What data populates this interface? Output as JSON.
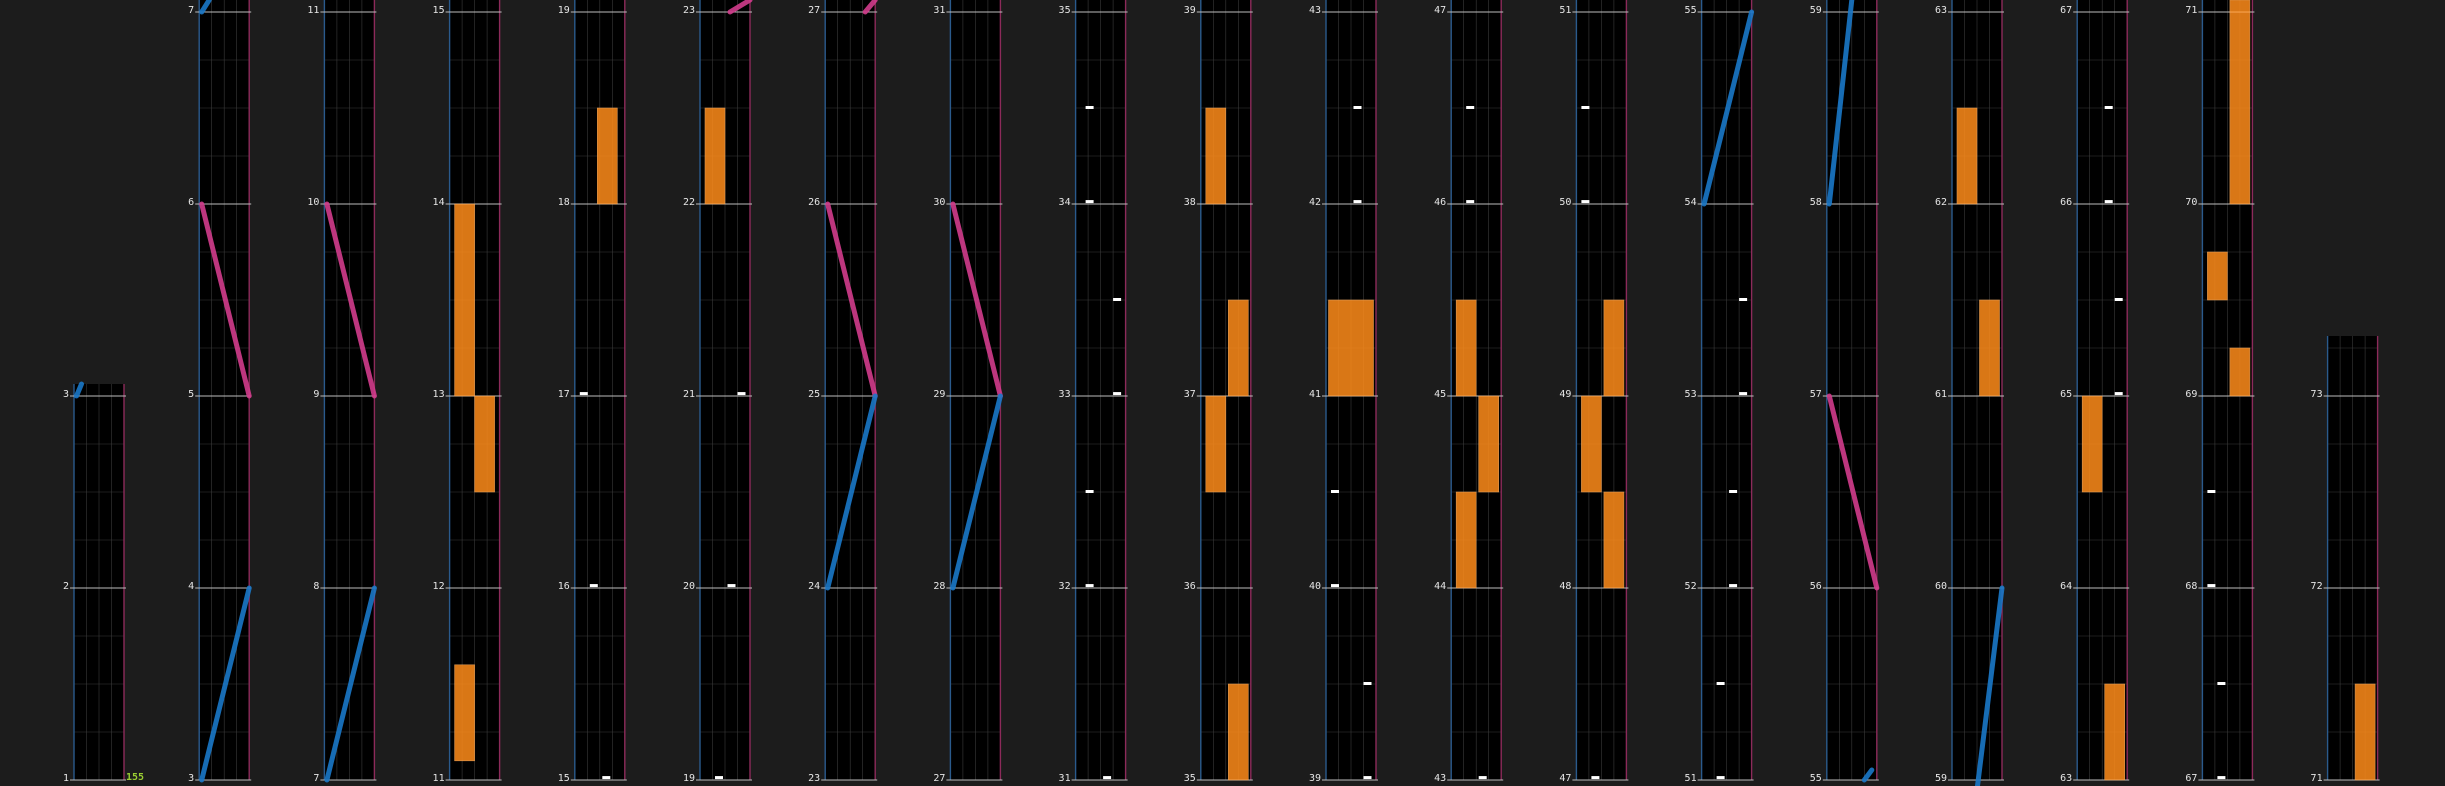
{
  "colors": {
    "background": "#1c1c1c",
    "lane_bg": "#000000",
    "grid_line": "#3a3a3a",
    "lane_border_left": "#2a5a8c",
    "lane_border_right": "#8c2a5a",
    "measure_line": "#bdbdbd",
    "label_text": "#e6e6e6",
    "combo_text": "#9acd32",
    "tap_note": "#ffffff",
    "hold_note": "#ff8c1a",
    "slide_blue": "#1a78c8",
    "slide_pink": "#d23c8c"
  },
  "combo_counter": "155",
  "columns": [
    {
      "id": 1,
      "labels": [
        "1",
        "2",
        "3"
      ]
    },
    {
      "id": 2,
      "labels": [
        "3",
        "4",
        "5",
        "6",
        "7"
      ]
    },
    {
      "id": 3,
      "labels": [
        "7",
        "8",
        "9",
        "10",
        "11"
      ]
    },
    {
      "id": 4,
      "labels": [
        "11",
        "12",
        "13",
        "14",
        "15"
      ]
    },
    {
      "id": 5,
      "labels": [
        "15",
        "16",
        "17",
        "18",
        "19"
      ]
    },
    {
      "id": 6,
      "labels": [
        "19",
        "20",
        "21",
        "22",
        "23"
      ]
    },
    {
      "id": 7,
      "labels": [
        "23",
        "24",
        "25",
        "26",
        "27"
      ]
    },
    {
      "id": 8,
      "labels": [
        "27",
        "28",
        "29",
        "30",
        "31"
      ]
    },
    {
      "id": 9,
      "labels": [
        "31",
        "32",
        "33",
        "34",
        "35"
      ]
    },
    {
      "id": 10,
      "labels": [
        "35",
        "36",
        "37",
        "38",
        "39"
      ]
    },
    {
      "id": 11,
      "labels": [
        "39",
        "40",
        "41",
        "42",
        "43"
      ]
    },
    {
      "id": 12,
      "labels": [
        "43",
        "44",
        "45",
        "46",
        "47"
      ]
    },
    {
      "id": 13,
      "labels": [
        "47",
        "48",
        "49",
        "50",
        "51"
      ]
    },
    {
      "id": 14,
      "labels": [
        "51",
        "52",
        "53",
        "54",
        "55"
      ]
    },
    {
      "id": 15,
      "labels": [
        "55",
        "56",
        "57",
        "58",
        "59"
      ]
    },
    {
      "id": 16,
      "labels": [
        "59",
        "60",
        "61",
        "62",
        "63"
      ]
    },
    {
      "id": 17,
      "labels": [
        "63",
        "64",
        "65",
        "66",
        "67"
      ]
    },
    {
      "id": 18,
      "labels": [
        "67",
        "68",
        "69",
        "70",
        "71"
      ]
    },
    {
      "id": 19,
      "labels": [
        "71",
        "72",
        "73"
      ]
    }
  ]
}
